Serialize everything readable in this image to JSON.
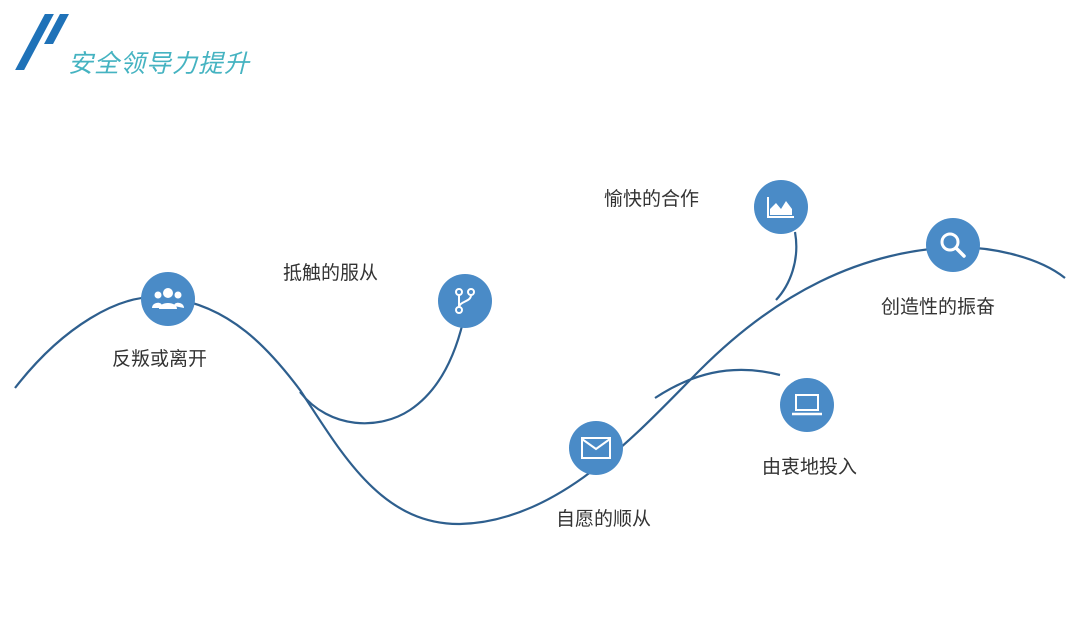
{
  "header": {
    "title": "安全领导力提升"
  },
  "nodes": [
    {
      "label": "反叛或离开",
      "icon": "users-icon"
    },
    {
      "label": "抵触的服从",
      "icon": "branch-icon"
    },
    {
      "label": "自愿的顺从",
      "icon": "mail-icon"
    },
    {
      "label": "愉快的合作",
      "icon": "area-chart-icon"
    },
    {
      "label": "由衷地投入",
      "icon": "laptop-icon"
    },
    {
      "label": "创造性的振奋",
      "icon": "search-icon"
    }
  ],
  "colors": {
    "accent": "#4a8bc7",
    "curve": "#2e5f8e",
    "title": "#45b3c1",
    "slash": "#1f72b8"
  }
}
